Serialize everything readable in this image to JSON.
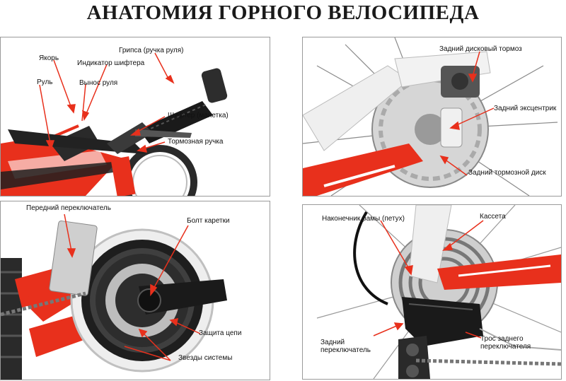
{
  "title": "АНАТОМИЯ ГОРНОГО ВЕЛОСИПЕДА",
  "colors": {
    "accent": "#e8301c",
    "frame": "#e8301c",
    "dark": "#1e1e1e",
    "silver": "#c8c8c8"
  },
  "panels": [
    {
      "id": "handlebar",
      "labels": {
        "grips": "Грипса (ручка руля)",
        "anchor": "Якорь",
        "shifter_indicator": "Индикатор шифтера",
        "handlebar": "Руль",
        "stem": "Вынос руля",
        "shifter": "Шифтер (манетка)",
        "brake_lever": "Тормозная ручка"
      }
    },
    {
      "id": "rear-brake",
      "labels": {
        "rear_disc_brake": "Задний дисковый тормоз",
        "rear_quick_release": "Задний эксцентрик",
        "rear_brake_disc": "Задний тормозной диск"
      }
    },
    {
      "id": "crankset",
      "labels": {
        "front_derailleur": "Передний переключатель",
        "crank_bolt": "Болт каретки",
        "chain_guard": "Защита цепи",
        "chainrings": "Звезды системы"
      }
    },
    {
      "id": "rear-derailleur",
      "labels": {
        "dropout": "Наконечник рамы (петух)",
        "cassette": "Кассета",
        "rear_derailleur": "Задний переключатель",
        "rear_derailleur_cable": "Трос заднего переключателя"
      }
    }
  ]
}
